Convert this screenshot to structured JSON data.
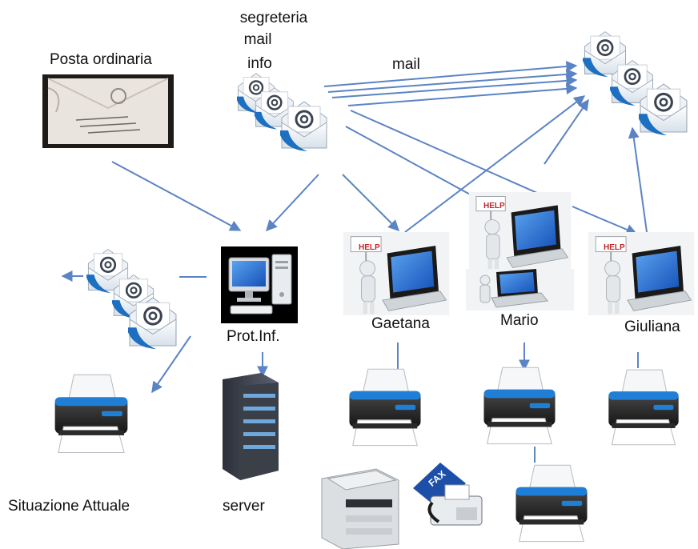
{
  "diagram": {
    "labels": {
      "posta_ordinaria": "Posta ordinaria",
      "segreteria": "segreteria",
      "mail_account": "mail",
      "info": "info",
      "mail_arrow": "mail",
      "prot_inf": "Prot.Inf.",
      "gaetana": "Gaetana",
      "mario": "Mario",
      "giuliana": "Giuliana",
      "situazione": "Situazione Attuale",
      "server": "server"
    },
    "icons": {
      "help_sign": "HELP",
      "fax_sign": "FAX"
    },
    "colors": {
      "arrow": "#5b84c4",
      "email_blue": "#1d6fc2",
      "printer_blue": "#1f7fd6",
      "screen_blue": "#2a73d6"
    }
  }
}
